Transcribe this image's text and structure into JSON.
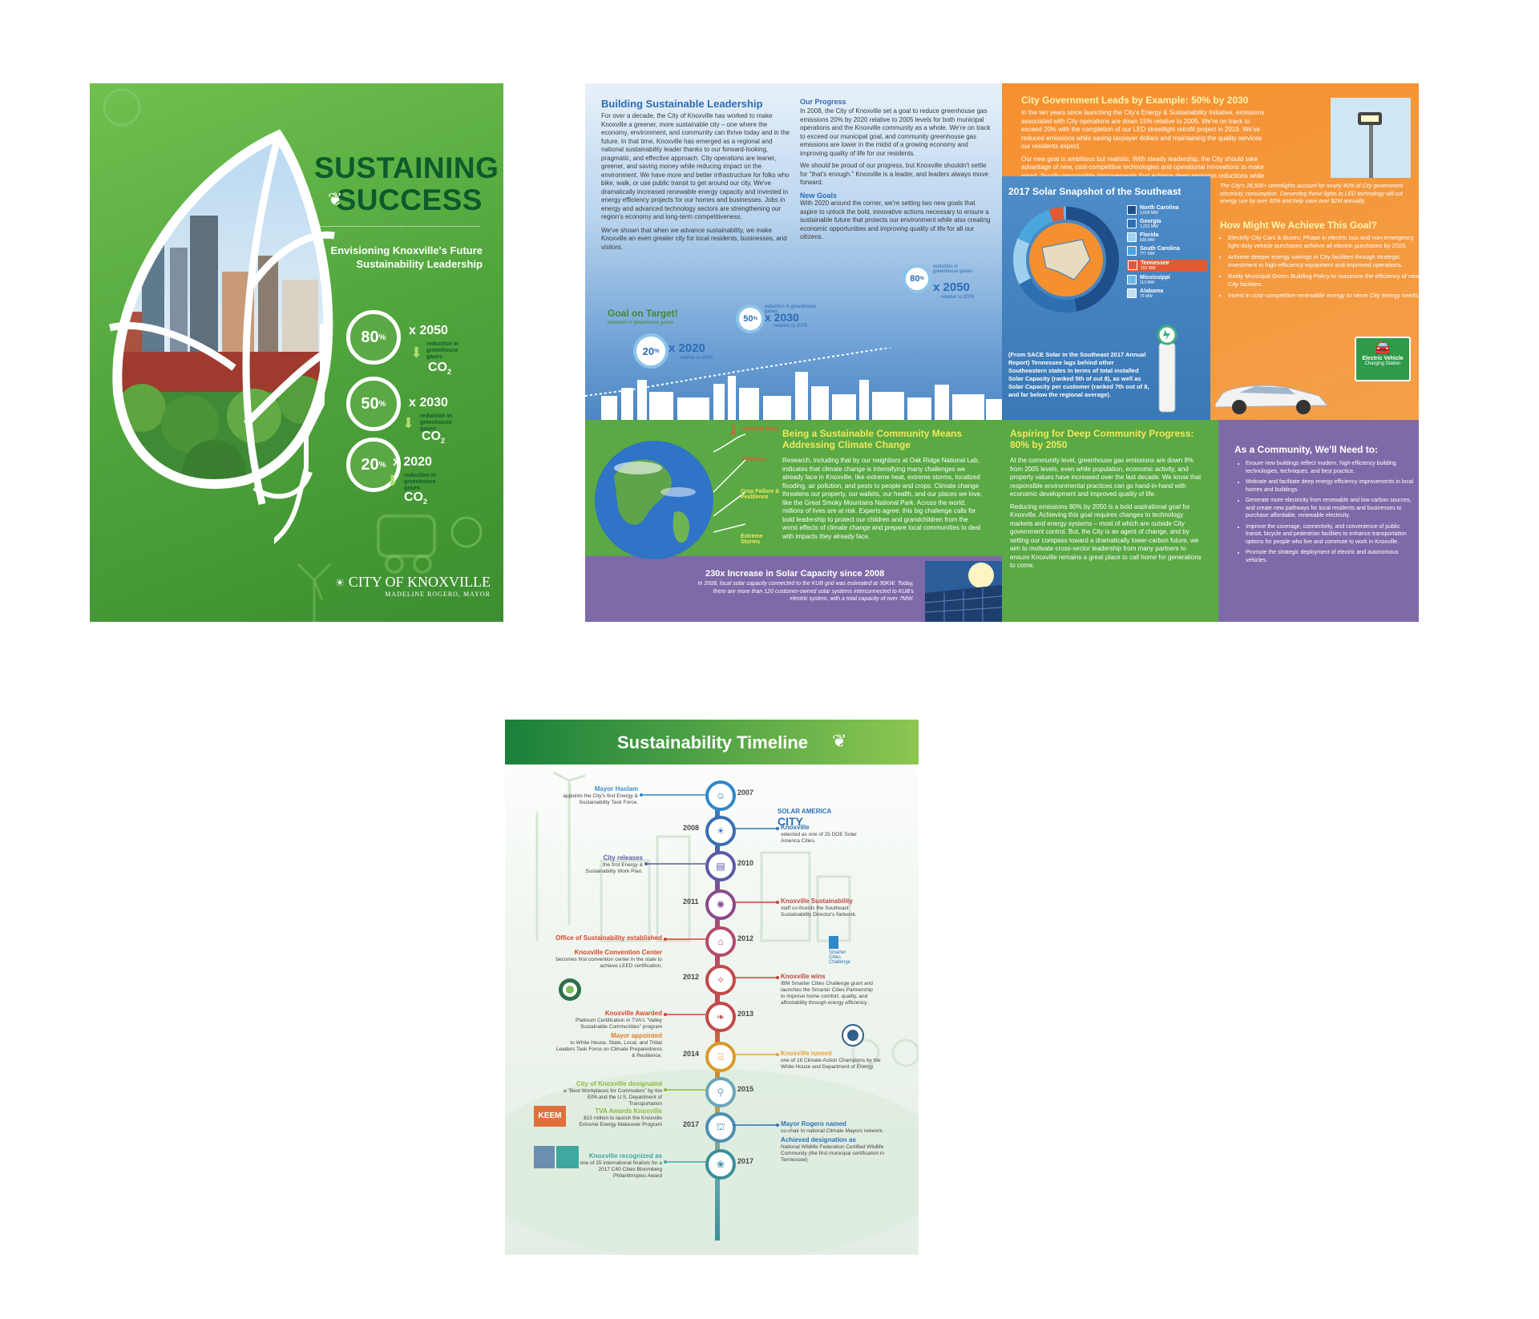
{
  "cover": {
    "title_line1": "SUSTAINING",
    "title_line2": "SUCCESS",
    "subtitle_line1": "Envisioning Knoxville's Future",
    "subtitle_line2": "Sustainability Leadership",
    "goals": [
      {
        "pct": "80",
        "pct_sign": "%",
        "year": "x 2050",
        "label": "reduction in greenhouse gases",
        "co2": "CO",
        "sub": "2"
      },
      {
        "pct": "50",
        "pct_sign": "%",
        "year": "x 2030",
        "label": "reduction in greenhouse gases",
        "co2": "CO",
        "sub": "2"
      },
      {
        "pct": "20",
        "pct_sign": "%",
        "year": "x 2020",
        "label": "reduction in greenhouse gases",
        "co2": "CO",
        "sub": "2"
      }
    ],
    "logo_name": "CITY OF KNOXVILLE",
    "logo_mayor": "MADELINE ROGERO, MAYOR"
  },
  "spread": {
    "leadership_title": "Building Sustainable Leadership",
    "leadership_p1": "For over a decade, the City of Knoxville has worked to make Knoxville a greener, more sustainable city – one where the economy, environment, and community can thrive today and in the future. In that time, Knoxville has emerged as a regional and national sustainability leader thanks to our forward-looking, pragmatic, and effective approach. City operations are leaner, greener, and saving money while reducing impact on the environment. We have more and better infrastructure for folks who bike, walk, or use public transit to get around our city. We've dramatically increased renewable energy capacity and invested in energy efficiency projects for our homes and businesses. Jobs in energy and advanced technology sectors are strengthening our region's economy and long-term competitiveness.",
    "leadership_p2": "We've shown that when we advance sustainability, we make Knoxville an even greater city for local residents, businesses, and visitors.",
    "progress_title": "Our Progress",
    "progress_p1": "In 2008, the City of Knoxville set a goal to reduce greenhouse gas emissions 20% by 2020 relative to 2005 levels for both municipal operations and the Knoxville community as a whole. We're on track to exceed our municipal goal, and community greenhouse gas emissions are lower in the midst of a growing economy and improving quality of life for our residents.",
    "progress_p2": "We should be proud of our progress, but Knoxville shouldn't settle for \"that's enough.\" Knoxville is a leader, and leaders always move forward.",
    "newgoals_title": "New Goals",
    "newgoals_p": "With 2020 around the corner, we're setting two new goals that aspire to unlock the bold, innovative actions necessary to ensure a sustainable future that protects our environment while also creating economic opportunities and improving quality of life for all our citizens.",
    "goal_on_target": "Goal on Target!",
    "goal_on_target_sub": "reduction in greenhouse gases",
    "pins": [
      {
        "pct": "20",
        "pct_sign": "%",
        "year": "x 2020",
        "rel": "relative to 2005"
      },
      {
        "pct": "50",
        "pct_sign": "%",
        "year": "x 2030",
        "label": "reduction in greenhouse gases",
        "rel": "relative to 2005"
      },
      {
        "pct": "80",
        "pct_sign": "%",
        "year": "x 2050",
        "label": "reduction in greenhouse gases",
        "rel": "relative to 2005"
      }
    ],
    "city_title": "City Government Leads by Example: 50% by 2030",
    "city_p1": "In the ten years since launching the City's Energy & Sustainability Initiative, emissions associated with City operations are down 15% relative to 2005. We're on track to exceed 20% with the completion of our LED streetlight retrofit project in 2019. We've reduced emissions while saving taxpayer dollars and maintaining the quality services our residents expect.",
    "city_p2": "Our new goal is ambitious but realistic. With steady leadership, the City should take advantage of new, cost-competitive technologies and operational innovations to make smart, fiscally-responsible improvements that achieve deep emission reductions while maintaining high quality services.",
    "solar_title": "2017 Solar Snapshot of the Southeast",
    "solar_states": [
      {
        "name": "North Carolina",
        "mw": "2,699 MW",
        "color": "#1f4f8b"
      },
      {
        "name": "Georgia",
        "mw": "1,222 MW",
        "color": "#2d6fb0"
      },
      {
        "name": "Florida",
        "mw": "839 MW",
        "color": "#9fd0ee"
      },
      {
        "name": "South Carolina",
        "mw": "777 MW",
        "color": "#4aa6dd"
      },
      {
        "name": "Tennessee",
        "mw": "252 MW",
        "color": "#e15a35"
      },
      {
        "name": "Mississippi",
        "mw": "113 MW",
        "color": "#6fb7e6"
      },
      {
        "name": "Alabama",
        "mw": "75 MW",
        "color": "#bfe0f3"
      }
    ],
    "solar_note": "(From SACE Solar in the Southeast 2017 Annual Report) Tennessee lags behind other Southeastern states in terms of total installed Solar Capacity (ranked 5th of out 8), as well as Solar Capacity per customer (ranked 7th out of 8, and far below the regional average).",
    "streetlights_note": "The City's 28,500+ streetlights account for nearly 40% of City government electricity consumption. Converting these lights to LED technology will cut energy use by over 60% and help save over $2M annually.",
    "achieve_title": "How Might We Achieve This Goal?",
    "achieve_items": [
      "Electrify City Cars & Buses: Phase in electric bus and non-emergency light-duty vehicle purchases achieve all electric purchases by 2025.",
      "Achieve deeper energy savings in City facilities through strategic investment in high-efficiency equipment and improved operations.",
      "Ratify Municipal Green Building Policy to maximize the efficiency of new City facilities.",
      "Invest in cost-competitive renewable energy to serve City energy needs."
    ],
    "ev_sign_line1": "Electric Vehicle",
    "ev_sign_line2": "Charging Station",
    "climate_labels": [
      "Extreme Heat",
      "Pollution",
      "Crop Failure & Pestilence",
      "Extreme Storms"
    ],
    "community_title_line1": "Being a Sustainable Community Means",
    "community_title_line2": "Addressing Climate Change",
    "community_p": "Research, including that by our neighbors at Oak Ridge National Lab, indicates that climate change is intensifying many challenges we already face in Knoxville, like extreme heat, extreme storms, localized flooding, air pollution, and pests to people and crops. Climate change threatens our property, our wallets, our health, and our places we love, like the Great Smoky Mountains National Park. Across the world, millions of lives are at risk. Experts agree: this big challenge calls for bold leadership to protect our children and grandchildren from the worst effects of climate change and prepare local communities to deal with impacts they already face.",
    "solar_increase_title": "230x Increase in Solar Capacity since 2008",
    "solar_increase_p": "In 2008, local solar capacity connected to the KUB grid was estimated at 30KW. Today, there are more than 120 customer-owned solar systems interconnected to KUB's electric system, with a total capacity of over 7MW.",
    "aspire_title_line1": "Aspiring for Deep Community Progress:",
    "aspire_title_line2": "80% by 2050",
    "aspire_p1": "At the community level, greenhouse gas emissions are down 8% from 2005 levels, even while population, economic activity, and property values have increased over the last decade. We know that responsible environmental practices can go hand-in-hand with economic development and improved quality of life.",
    "aspire_p2": "Reducing emissions 80% by 2050 is a bold aspirational goal for Knoxville. Achieving this goal requires changes to technology markets and energy systems – most of which are outside City government control. But, the City is an agent of change, and by setting our compass toward a dramatically lower-carbon future, we aim to motivate cross-sector leadership from many partners to ensure Knoxville remains a great place to call home for generations to come.",
    "need_title": "As a Community, We'll Need to:",
    "need_items": [
      "Ensure new buildings reflect modern, high-efficiency building technologies, techniques, and best practice.",
      "Motivate and facilitate deep energy efficiency improvements in local homes and buildings.",
      "Generate more electricity from renewable and low-carbon sources, and create new pathways for local residents and businesses to purchase affordable, renewable electricity.",
      "Improve the coverage, connectivity, and convenience of public transit, bicycle and pedestrian facilities to enhance transportation options for people who live and commute to work in Knoxville.",
      "Promote the strategic deployment of electric and autonomous vehicles."
    ]
  },
  "timeline": {
    "title": "Sustainability Timeline",
    "solar_america": "SOLAR AMERICA",
    "solar_city": "CITY",
    "smarter_cities": "Smarter Cities Challenge",
    "keem": "KEEM",
    "events": [
      {
        "year": "2007",
        "title": "Mayor Haslam",
        "desc": "appoints the City's first Energy & Sustainability Task Force.",
        "side": "left",
        "color": "#3a8fd0",
        "node": "#2f88c9"
      },
      {
        "year": "2008",
        "title": "Knoxville",
        "desc": "selected as one of 25 DOE Solar America Cities.",
        "side": "right",
        "color": "#2f6fb8",
        "node": "#3a6fb3"
      },
      {
        "year": "2010",
        "title": "City releases",
        "desc": "the first Energy & Sustainability Work Plan.",
        "side": "left",
        "color": "#5a5aa8",
        "node": "#5a5aa8"
      },
      {
        "year": "2011",
        "title": "Knoxville Sustainability",
        "desc": "staff co-founds the Southeast Sustainability Director's Network.",
        "side": "right",
        "color": "#c2453e",
        "node": "#8a4a8f"
      },
      {
        "year": "2012",
        "title": "Office of Sustainability established",
        "desc": "",
        "side": "left",
        "color": "#d9432e",
        "node": "#b34a6e"
      },
      {
        "year": "",
        "title": "Knoxville Convention Center",
        "desc": "becomes first convention center in the state to achieve LEED certification.",
        "side": "left",
        "color": "#d9432e",
        "node": ""
      },
      {
        "year": "2012",
        "title": "Knoxville wins",
        "desc": "IBM Smarter Cities Challenge grant and launches the Smarter Cities Partnership to improve home comfort, quality, and affordability through energy efficiency.",
        "side": "right",
        "color": "#c2453e",
        "node": "#c24a4a"
      },
      {
        "year": "2013",
        "title": "Knoxville Awarded",
        "desc": "Platinum Certification in TVA's \"Valley Sustainable Communities\" program",
        "side": "left",
        "color": "#d9432e",
        "node": "#c24a4a"
      },
      {
        "year": "",
        "title": "Mayor appointed",
        "desc": "to White House, State, Local, and Tribal Leaders Task Force on Climate Preparedness & Resilience.",
        "side": "left",
        "color": "#e07b2a",
        "node": ""
      },
      {
        "year": "2014",
        "title": "Knoxville named",
        "desc": "one of 16 Climate Action Champions by the White House and Department of Energy.",
        "side": "right",
        "color": "#e9a03a",
        "node": "#d99a2a"
      },
      {
        "year": "2015",
        "title": "City of Knoxville designated",
        "desc": "a \"Best Workplaces for Commuters\" by the EPA and the U.S. Department of Transportation",
        "side": "left",
        "color": "#8cbb3c",
        "node": "#6aa7b8"
      },
      {
        "year": "",
        "title": "TVA Awards Knoxville",
        "desc": "$15 million to launch the Knoxville Extreme Energy Makeover Program",
        "side": "left",
        "color": "#8cbb3c",
        "node": ""
      },
      {
        "year": "2017",
        "title": "Mayor Rogero named",
        "desc": "co-chair to national Climate Mayors network.",
        "side": "right",
        "color": "#2f6fb8",
        "node": "#4e8fb0"
      },
      {
        "year": "",
        "title": "Achieved designation as",
        "desc": "National Wildlife Federation Certified Wildlife Community (the first municipal certification in Tennessee)",
        "side": "right",
        "color": "#2f6fb8",
        "node": ""
      },
      {
        "year": "2017",
        "title": "Knoxville recognized as",
        "desc": "one of 25 international finalists for a 2017 C40 Cities Bloomberg Philanthropies Award",
        "side": "left",
        "color": "#3fa8a0",
        "node": "#3a8f9a"
      }
    ]
  },
  "colors": {
    "cover_green": "#5aa944",
    "dark_green": "#0e5a2c",
    "blue": "#2b6cb5",
    "orange": "#f6902f",
    "purple": "#7e6aa8"
  }
}
